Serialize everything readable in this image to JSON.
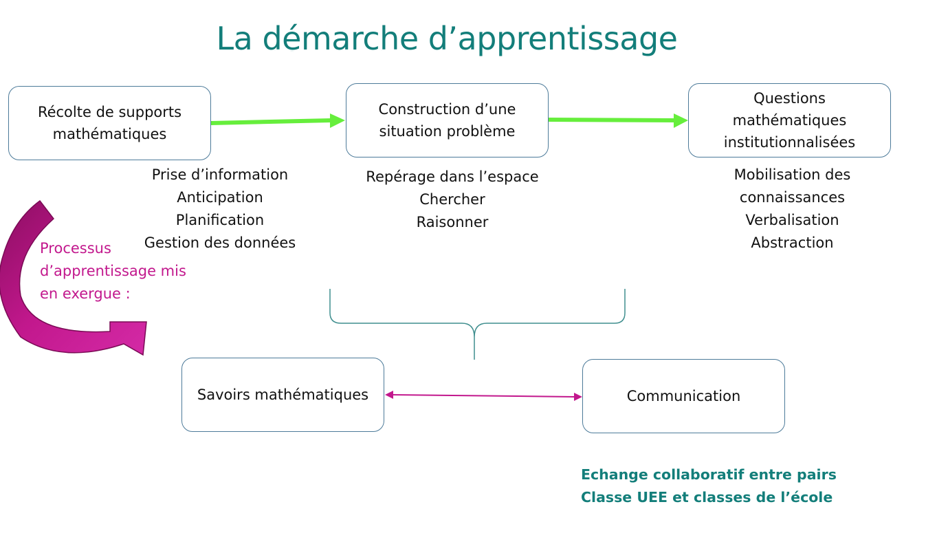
{
  "title": "La démarche d’apprentissage",
  "boxes": {
    "collect": [
      "Récolte de supports",
      "mathématiques"
    ],
    "construct": [
      "Construction d’une",
      "situation problème"
    ],
    "questions": [
      "Questions",
      "mathématiques",
      "institutionnalisées"
    ],
    "knowledge": "Savoirs mathématiques",
    "communication": "Communication"
  },
  "skills": {
    "collect": [
      "Prise d’information",
      "Anticipation",
      "Planification",
      "Gestion des données"
    ],
    "construct": [
      "Repérage dans l’espace",
      "Chercher",
      "Raisonner"
    ],
    "questions": [
      "Mobilisation des",
      "connaissances",
      "Verbalisation",
      "Abstraction"
    ]
  },
  "process_label": [
    "Processus",
    "d’apprentissage mis",
    "en exergue :"
  ],
  "communication_notes": [
    "Echange collaboratif entre pairs",
    "Classe UEE et classes de l’école"
  ],
  "colors": {
    "title": "#137e7a",
    "box_border": "#4c7a99",
    "flow_arrow": "#66ee3c",
    "curved_arrow": "#b3127c",
    "process_text": "#c2188d",
    "note_text": "#137e7a"
  }
}
